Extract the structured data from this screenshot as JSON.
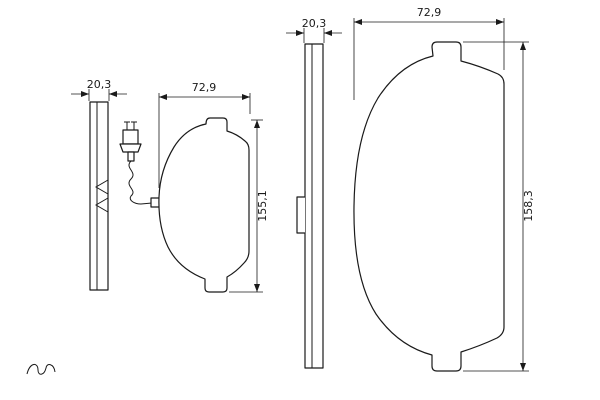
{
  "dims": {
    "left": {
      "thickness": "20,3",
      "width": "72,9",
      "height": "155,1"
    },
    "right": {
      "thickness": "20,3",
      "width": "72,9",
      "height": "158,3"
    }
  },
  "colors": {
    "line": "#1a1a1a",
    "background": "#ffffff"
  }
}
